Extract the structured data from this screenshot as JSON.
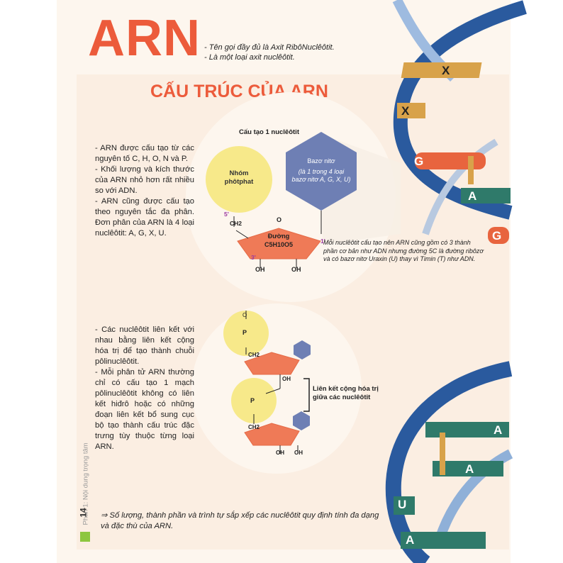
{
  "header": {
    "title": "ARN",
    "subtitle_line1": "- Tên gọi đầy đủ là Axit RibôNuclêôtit.",
    "subtitle_line2": "- Là một loại axit nuclêôtit."
  },
  "section_title": "CẤU TRÚC CỦA ARN",
  "left_text_1": [
    "- ARN được cấu tạo từ các nguyên tố C, H, O, N và P.",
    "- Khối lượng và kích thước của ARN nhỏ hơn rất nhiều so với ADN.",
    "- ARN cũng được cấu tạo theo nguyên tắc đa phân. Đơn phân của ARN là 4 loại nuclêôtit: A, G, X, U."
  ],
  "left_text_2": [
    "- Các nuclêôtit liên kết với nhau bằng liên kết cộng hóa trị để tạo thành chuỗi pôlinuclêôtit.",
    "- Mỗi phân tử ARN thường chỉ có cấu tạo 1 mạch pôlinuclêôtit không có liên kết hiđrô hoặc có những đoạn liên kết bổ sung cục bộ tạo thành cấu trúc đặc trưng tùy thuộc từng loại ARN."
  ],
  "diagram1": {
    "title": "Cấu tạo 1 nuclêôtit",
    "phosphate_line1": "Nhóm",
    "phosphate_line2": "phôtphat",
    "base_title": "Bazơ nitơ",
    "base_note_line1": "(là 1 trong 4 loại",
    "base_note_line2": "bazơ nitơ A, G, X, U)",
    "sugar_line1": "Đường",
    "sugar_formula": "C5H10O5",
    "ch2": "CH2",
    "oxygen": "O",
    "oh1": "OH",
    "oh2": "OH",
    "label_5": "5'",
    "label_3": "3'",
    "label_1": "1'"
  },
  "caption_note": "Mỗi nuclêôtit cấu tạo nên ARN cũng gồm có 3 thành phần cơ bản như ADN nhưng đường 5C là đường ribôzơ và có bazơ nitơ Uraxin (U) thay vì Timin (T) như ADN.",
  "diagram2": {
    "bond_label_line1": "Liên kết cộng hóa trị",
    "bond_label_line2": "giữa các nuclêôtit",
    "p": "P",
    "o": "O",
    "oh": "OH",
    "ch2": "CH2"
  },
  "helix_labels_top": [
    "X",
    "X",
    "G",
    "A",
    "G"
  ],
  "helix_labels_bottom": [
    "A",
    "A",
    "U",
    "A"
  ],
  "side_label": "Phần 1: Nội dung trọng tâm",
  "page_number": "14",
  "conclusion": "⇒ Số lượng, thành phần và trình tự sắp xếp các nuclêôtit quy định tính đa dạng và đặc thù của ARN.",
  "colors": {
    "accent": "#ec5b3b",
    "phosphate": "#f7e98a",
    "base": "#6e7fb4",
    "sugar": "#ef7a57",
    "helix_blue": "#2a5a9e",
    "helix_gold": "#d8a24a",
    "helix_green": "#2f7a6a"
  }
}
